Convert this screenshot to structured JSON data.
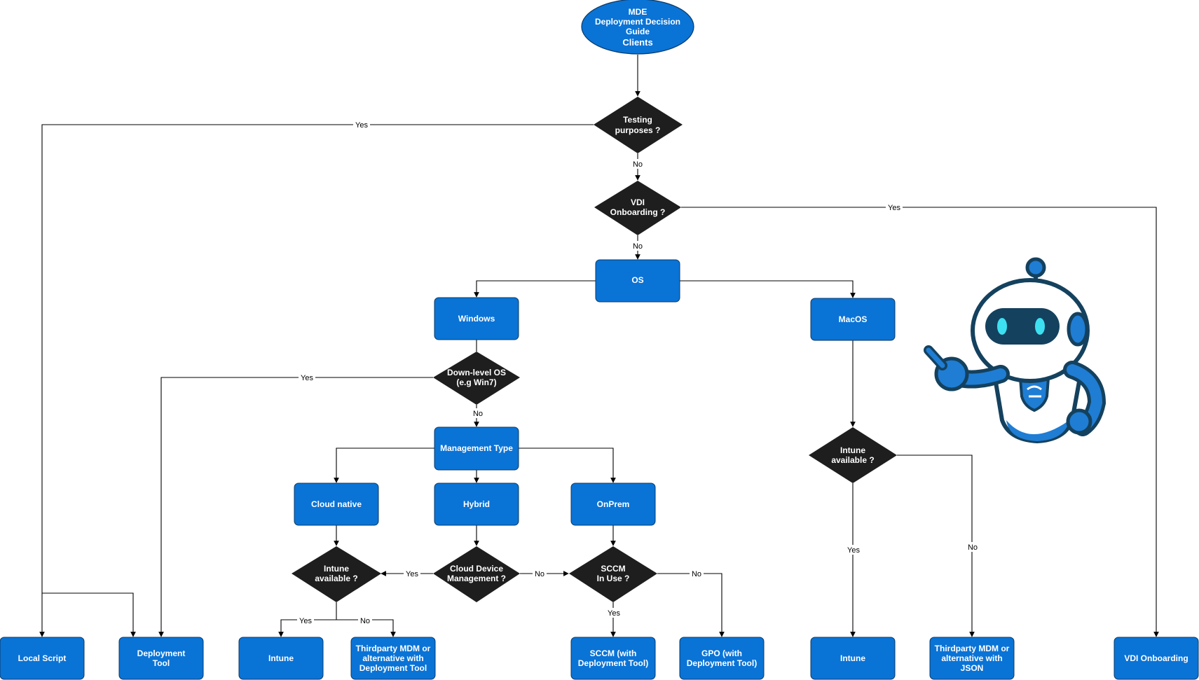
{
  "colors": {
    "box": "#0A73D6",
    "diamond": "#1E1E1E",
    "line": "#000000",
    "robot_blue": "#1F7DD4",
    "robot_dark": "#14415E",
    "robot_eye": "#3DE0F0"
  },
  "start": {
    "line1": "MDE",
    "line2": "Deployment Decision",
    "line3": "Guide",
    "line4": "Clients"
  },
  "decisions": {
    "testing": [
      "Testing",
      "purposes ?"
    ],
    "vdi": [
      "VDI",
      "Onboarding ?"
    ],
    "downlevel": [
      "Down-level OS",
      "(e.g Win7)"
    ],
    "intune_win": [
      "Intune",
      "available ?"
    ],
    "cloud_device": [
      "Cloud Device",
      "Management ?"
    ],
    "sccm": [
      "SCCM",
      "In Use ?"
    ],
    "intune_mac": [
      "Intune",
      "available ?"
    ]
  },
  "boxes": {
    "os": [
      "OS"
    ],
    "windows": [
      "Windows"
    ],
    "macos": [
      "MacOS"
    ],
    "mgmt_type": [
      "Management Type"
    ],
    "cloud_native": [
      "Cloud native"
    ],
    "hybrid": [
      "Hybrid"
    ],
    "onprem": [
      "OnPrem"
    ],
    "local_script": [
      "Local Script"
    ],
    "deployment_tool": [
      "Deployment",
      "Tool"
    ],
    "intune_win": [
      "Intune"
    ],
    "thirdparty_win": [
      "Thirdparty MDM or",
      "alternative with",
      "Deployment Tool"
    ],
    "sccm_deploy": [
      "SCCM (with",
      "Deployment Tool)"
    ],
    "gpo_deploy": [
      "GPO (with",
      "Deployment Tool)"
    ],
    "intune_mac": [
      "Intune"
    ],
    "thirdparty_mac": [
      "Thirdparty MDM or",
      "alternative with",
      "JSON"
    ],
    "vdi_onboarding": [
      "VDI Onboarding"
    ]
  },
  "edge_labels": {
    "testing_yes": "Yes",
    "testing_no": "No",
    "vdi_yes": "Yes",
    "vdi_no": "No",
    "downlevel_yes": "Yes",
    "downlevel_no": "No",
    "cloud_yes": "Yes",
    "cloud_no": "No",
    "sccm_yes": "Yes",
    "sccm_no": "No",
    "intune_win_yes": "Yes",
    "intune_win_no": "No",
    "intune_mac_yes": "Yes",
    "intune_mac_no": "No"
  }
}
